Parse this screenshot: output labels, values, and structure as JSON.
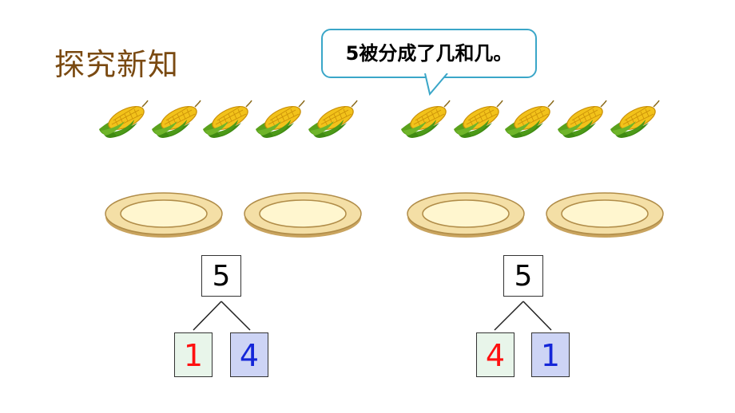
{
  "title": "探究新知",
  "speech_bubble": "5被分成了几和几。",
  "corn_icon": "corn-cob-icon",
  "plate_icon": "plate-icon",
  "left_group": {
    "whole": "5",
    "part_a": "1",
    "part_b": "4"
  },
  "right_group": {
    "whole": "5",
    "part_a": "4",
    "part_b": "1"
  },
  "colors": {
    "title": "#7a4a12",
    "bubble_border": "#3aa6c8",
    "red": "#ff1010",
    "blue": "#1426d8"
  }
}
